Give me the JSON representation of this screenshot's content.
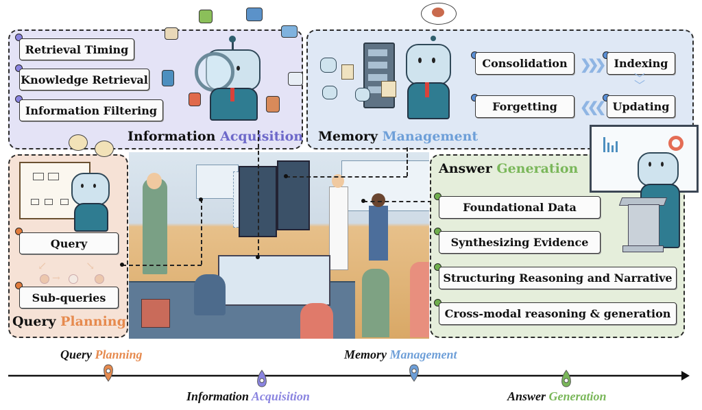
{
  "panels": {
    "information_acquisition": {
      "title_black": "Information",
      "title_color": "Acquisition",
      "accent": "#6d68c9",
      "items": [
        "Retrieval Timing",
        "Knowledge Retrieval",
        "Information Filtering"
      ]
    },
    "memory_management": {
      "title_black": "Memory",
      "title_color": "Management",
      "accent": "#6e9fd8",
      "items": [
        "Consolidation",
        "Indexing",
        "Updating",
        "Forgetting"
      ]
    },
    "query_planning": {
      "title_black": "Query",
      "title_color": "Planning",
      "accent": "#e68a4e",
      "items": [
        "Query",
        "Sub-queries"
      ]
    },
    "answer_generation": {
      "title_black": "Answer",
      "title_color": "Generation",
      "accent": "#7ab75a",
      "items": [
        "Foundational Data",
        "Synthesizing Evidence",
        "Structuring Reasoning and Narrative",
        "Cross-modal reasoning & generation"
      ]
    }
  },
  "timeline": {
    "stages": [
      {
        "black": "Query",
        "color": "Planning",
        "accent": "#e68a4e",
        "position": "above"
      },
      {
        "black": "Information",
        "color": "Acquisition",
        "accent": "#8a84e0",
        "position": "below"
      },
      {
        "black": "Memory",
        "color": "Management",
        "accent": "#6e9fd8",
        "position": "above"
      },
      {
        "black": "Answer",
        "color": "Generation",
        "accent": "#7ab75a",
        "position": "below"
      }
    ]
  },
  "icons": {
    "robot_ia": "robot-magnifier-icon",
    "robot_mm": "robot-thinking-icon",
    "robot_qp": "robot-planning-icon",
    "robot_ag": "robot-presenting-icon",
    "brain": "brain-icon",
    "server": "server-rack-icon"
  }
}
